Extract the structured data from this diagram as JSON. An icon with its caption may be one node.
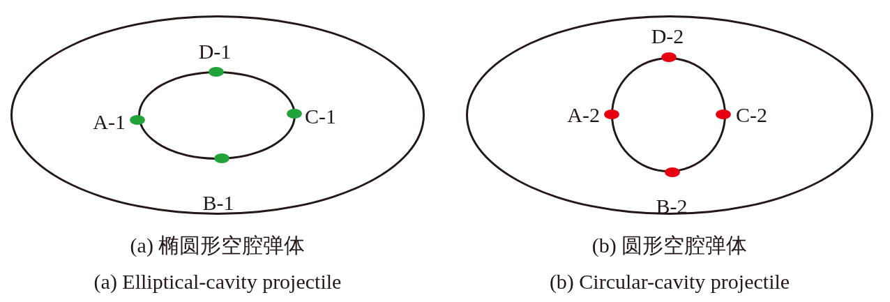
{
  "diagram": {
    "nodes": [
      {
        "text": [],
        "shape": "ellipse"
      },
      {
        "text": [],
        "shape": "ellipse",
        "in": 0
      },
      {
        "text": [],
        "shape": "dot",
        "in": 0,
        "beside": [
          "D-1"
        ]
      },
      {
        "text": [],
        "shape": "dot",
        "in": 0,
        "beside": [
          "A-1"
        ]
      },
      {
        "text": [],
        "shape": "dot",
        "in": 0,
        "beside": [
          "C-1"
        ]
      },
      {
        "text": [],
        "shape": "dot",
        "in": 0,
        "beside": [
          "B-1"
        ]
      },
      {
        "text": [],
        "shape": "ellipse"
      },
      {
        "text": [],
        "shape": "circle",
        "in": 6
      },
      {
        "text": [],
        "shape": "dot",
        "in": 6,
        "beside": [
          "D-2"
        ]
      },
      {
        "text": [],
        "shape": "dot",
        "in": 6,
        "beside": [
          "A-2"
        ]
      },
      {
        "text": [],
        "shape": "dot",
        "in": 6,
        "beside": [
          "C-2"
        ]
      },
      {
        "text": [],
        "shape": "dot",
        "in": 6,
        "beside": [
          "B-2"
        ]
      }
    ],
    "labels": [
      "(a) 椭圆形空腔弹体",
      "(b) 圆形空腔弹体",
      "(a) Elliptical-cavity projectile",
      "(b) Circular-cavity projectile"
    ]
  }
}
